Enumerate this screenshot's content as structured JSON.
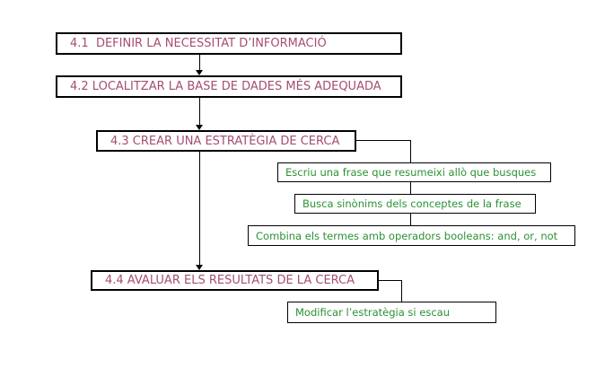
{
  "diagram": {
    "title_context": "Flowchart of information search process steps",
    "colors": {
      "background": "#ffffff",
      "step_text": "#a64d73",
      "substep_text": "#2b9132",
      "border": "#000000"
    },
    "steps": [
      {
        "id": "4.1",
        "label": "4.1  DEFINIR LA NECESSITAT D’INFORMACIÓ"
      },
      {
        "id": "4.2",
        "label": "4.2 LOCALITZAR LA BASE DE DADES MÉS ADEQUADA"
      },
      {
        "id": "4.3",
        "label": "4.3 CREAR UNA ESTRATÈGIA DE CERCA"
      },
      {
        "id": "4.4",
        "label": "4.4 AVALUAR ELS RESULTATS DE LA CERCA"
      }
    ],
    "substeps": [
      {
        "parent": "4.3",
        "label": "Escriu una frase que resumeixi allò que busques"
      },
      {
        "parent": "4.3",
        "label": "Busca sinònims dels conceptes de la frase"
      },
      {
        "parent": "4.3",
        "label": "Combina els termes amb operadors booleans: and, or, not"
      },
      {
        "parent": "4.4",
        "label": "Modificar l’estratègia si escau"
      }
    ],
    "connections": [
      {
        "from": "4.1",
        "to": "4.2",
        "type": "arrow"
      },
      {
        "from": "4.2",
        "to": "4.3",
        "type": "arrow"
      },
      {
        "from": "4.3",
        "to": "4.4",
        "type": "arrow"
      },
      {
        "from": "4.3",
        "to": "substeps 1-3",
        "type": "elbow"
      },
      {
        "from": "4.4",
        "to": "substep 4",
        "type": "elbow"
      }
    ]
  }
}
